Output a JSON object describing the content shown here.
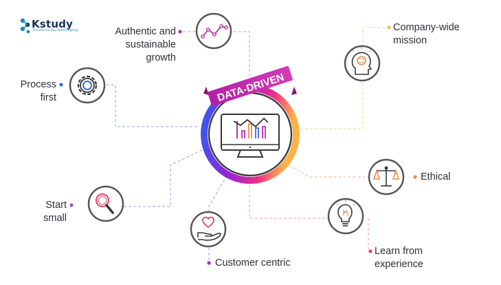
{
  "logo": {
    "name": "Kstudy",
    "tagline": "Thuvien tai lieu doanh nghiep"
  },
  "center": {
    "banner": "DATA-DRIVEN",
    "icon": "monitor-chart-icon"
  },
  "nodes": {
    "authentic": {
      "lines": [
        "Authentic and",
        "sustainable",
        "growth"
      ],
      "icon": "growth-line-icon",
      "dot_color": "#b62bb0"
    },
    "mission": {
      "lines": [
        "Company-wide",
        "mission"
      ],
      "icon": "brain-icon",
      "dot_color": "#f5c23c"
    },
    "process": {
      "lines": [
        "Process",
        "first"
      ],
      "icon": "gear-icon",
      "dot_color": "#3b66e6"
    },
    "ethical": {
      "lines": [
        "Ethical"
      ],
      "icon": "scales-icon",
      "dot_color": "#f08a4b"
    },
    "start": {
      "lines": [
        "Start",
        "small"
      ],
      "icon": "magnifier-icon",
      "dot_color": "#8a56e6"
    },
    "learn": {
      "lines": [
        "Learn from",
        "experience"
      ],
      "icon": "lightbulb-icon",
      "dot_color": "#ec3f68"
    },
    "customer": {
      "lines": [
        "Customer centric"
      ],
      "icon": "hand-heart-icon",
      "dot_color": "#a62cc4"
    }
  },
  "colors": {
    "ring_start": "#2f5ff0",
    "ring_mid": "#9b1fd6",
    "ring_end": "#ffb347",
    "banner": "#c42bb8",
    "icon_stroke": "#333333",
    "accent_red": "#ea3553"
  }
}
